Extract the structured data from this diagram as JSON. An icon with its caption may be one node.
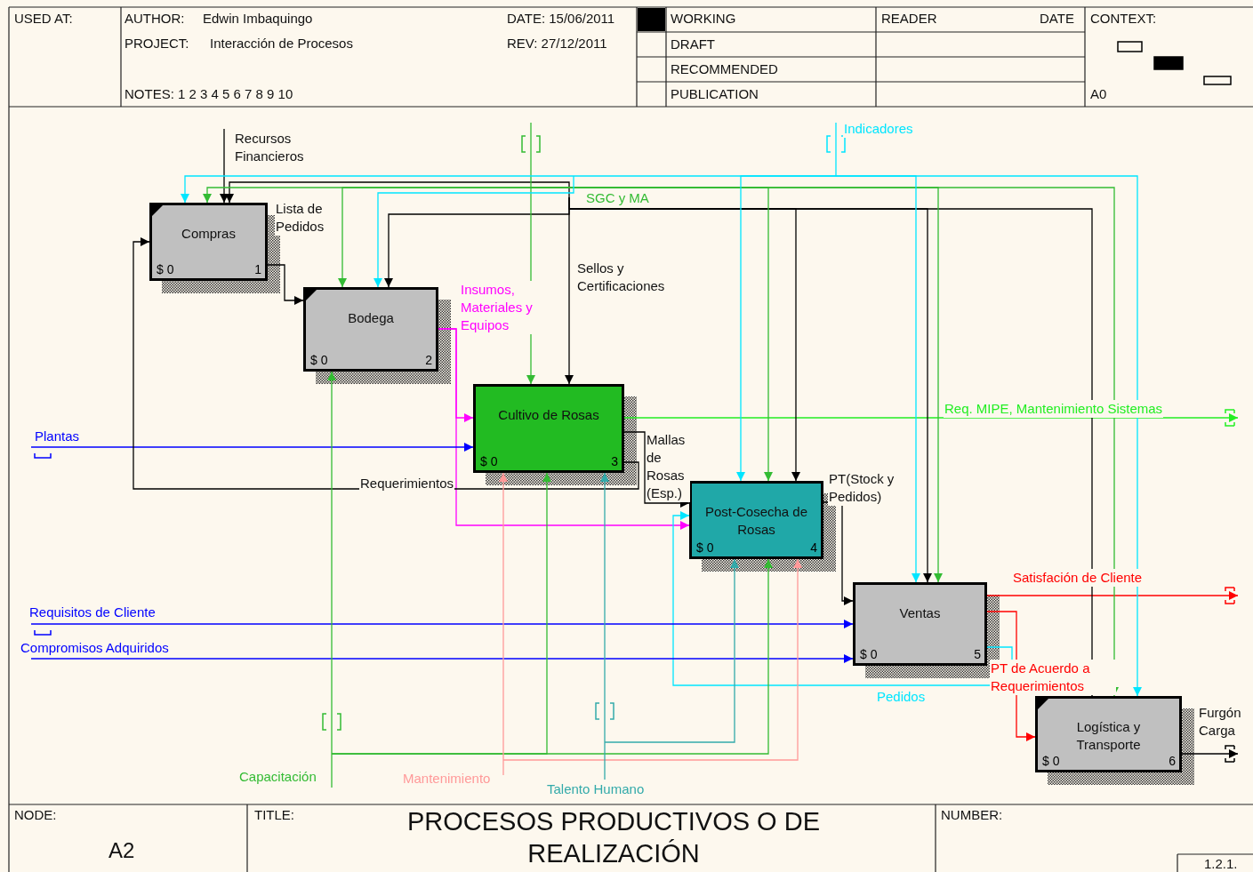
{
  "diagram": {
    "title": "PROCESOS PRODUCTIVOS O DE REALIZACIÓN",
    "nodes": [
      {
        "text": [
          "Compras",
          "$ 0",
          "1"
        ]
      },
      {
        "text": [
          "Bodega",
          "$ 0",
          "2"
        ]
      },
      {
        "text": [
          "Cultivo de Rosas",
          "$ 0",
          "3"
        ]
      },
      {
        "text": [
          "Post-Cosecha de Rosas",
          "$ 0",
          "4"
        ]
      },
      {
        "text": [
          "Ventas",
          "$ 0",
          "5"
        ]
      },
      {
        "text": [
          "Logística y Transporte",
          "$ 0",
          "6"
        ]
      }
    ],
    "edges": [
      {
        "from": null,
        "to": 0,
        "arrow": "to",
        "label": "Recursos Financieros"
      },
      {
        "from": 0,
        "to": 1,
        "arrow": "to",
        "label": "Lista de Pedidos"
      },
      {
        "from": 1,
        "to": 2,
        "arrow": "to",
        "label": "Insumos, Materiales y Equipos",
        "color": "#ff00ff"
      },
      {
        "from": 1,
        "to": 3,
        "arrow": "to",
        "color": "#ff00ff"
      },
      {
        "from": null,
        "to": 2,
        "arrow": "to",
        "label": "Plantas",
        "color": "#0000ff"
      },
      {
        "from": 2,
        "to": 0,
        "arrow": "to",
        "label": "Requerimientos"
      },
      {
        "from": 2,
        "to": 3,
        "arrow": "to",
        "label": "Mallas de Rosas (Esp.)"
      },
      {
        "from": 2,
        "to": null,
        "arrow": "to",
        "label": "Req. MIPE, Mantenimiento Sistemas",
        "color": "#22ee22"
      },
      {
        "from": 3,
        "to": 4,
        "arrow": "to",
        "label": "PT(Stock y Pedidos)"
      },
      {
        "from": 4,
        "to": null,
        "arrow": "to",
        "label": "Satisfación de Cliente",
        "color": "#ff0000"
      },
      {
        "from": 4,
        "to": 5,
        "arrow": "to",
        "label": "PT de Acuerdo a Requerimientos",
        "color": "#ff0000"
      },
      {
        "from": 4,
        "to": 3,
        "arrow": "to",
        "label": "Pedidos",
        "color": "#00e5ff"
      },
      {
        "from": 5,
        "to": null,
        "arrow": "to",
        "label": "Furgón Carga"
      },
      {
        "from": null,
        "to": 4,
        "arrow": "to",
        "label": "Requisitos de Cliente",
        "color": "#0000ff"
      },
      {
        "from": null,
        "to": 4,
        "arrow": "to",
        "label": "Compromisos Adquiridos",
        "color": "#0000ff"
      },
      {
        "from": null,
        "to": 0,
        "arrow": "to"
      },
      {
        "from": null,
        "to": 1,
        "arrow": "to"
      },
      {
        "from": null,
        "to": 2,
        "arrow": "to",
        "label": "Sellos y Certificaciones"
      },
      {
        "from": null,
        "to": 3,
        "arrow": "to"
      },
      {
        "from": null,
        "to": 4,
        "arrow": "to"
      },
      {
        "from": null,
        "to": 5,
        "arrow": "to"
      },
      {
        "from": null,
        "to": 2,
        "arrow": "to",
        "color": "#33bb33"
      },
      {
        "from": null,
        "to": 0,
        "arrow": "to",
        "color": "#33bb33"
      },
      {
        "from": null,
        "to": 1,
        "arrow": "to",
        "color": "#33bb33"
      },
      {
        "from": null,
        "to": 3,
        "arrow": "to",
        "label": "SGC y MA",
        "color": "#33bb33"
      },
      {
        "from": null,
        "to": 4,
        "arrow": "to",
        "color": "#33bb33"
      },
      {
        "from": null,
        "to": 5,
        "arrow": "to",
        "color": "#33bb33"
      },
      {
        "from": null,
        "to": 0,
        "arrow": "to",
        "label": "Indicadores",
        "color": "#00e5ff"
      },
      {
        "from": null,
        "to": 1,
        "arrow": "to",
        "color": "#00e5ff"
      },
      {
        "from": null,
        "to": 3,
        "arrow": "to",
        "color": "#00e5ff"
      },
      {
        "from": null,
        "to": 4,
        "arrow": "to",
        "color": "#00e5ff"
      },
      {
        "from": null,
        "to": 5,
        "arrow": "to",
        "color": "#00e5ff"
      },
      {
        "from": null,
        "to": 1,
        "arrow": "to",
        "label": "Capacitación",
        "color": "#33bb33"
      },
      {
        "from": null,
        "to": 2,
        "arrow": "to",
        "color": "#33bb33"
      },
      {
        "from": null,
        "to": 3,
        "arrow": "to",
        "color": "#33bb33"
      },
      {
        "from": null,
        "to": 2,
        "arrow": "to",
        "label": "Mantenimiento",
        "color": "#ff9999"
      },
      {
        "from": null,
        "to": 3,
        "arrow": "to",
        "color": "#ff9999"
      },
      {
        "from": null,
        "to": 2,
        "arrow": "to",
        "label": "Talento Humano",
        "color": "#33aaaa"
      },
      {
        "from": null,
        "to": 3,
        "arrow": "to",
        "color": "#33aaaa"
      }
    ],
    "labels": [
      "USED AT:",
      "AUTHOR:",
      "Edwin Imbaquingo",
      "DATE: 15/06/2011",
      "WORKING",
      "READER",
      "DATE",
      "CONTEXT:",
      "PROJECT:",
      "Interacción de Procesos",
      "REV: 27/12/2011",
      "DRAFT",
      "RECOMMENDED",
      "NOTES: 1 2 3 4 5 6 7 8 9 10",
      "PUBLICATION",
      "A0",
      "NODE:",
      "TITLE:",
      "NUMBER:",
      "A2",
      "1.2.1."
    ]
  }
}
